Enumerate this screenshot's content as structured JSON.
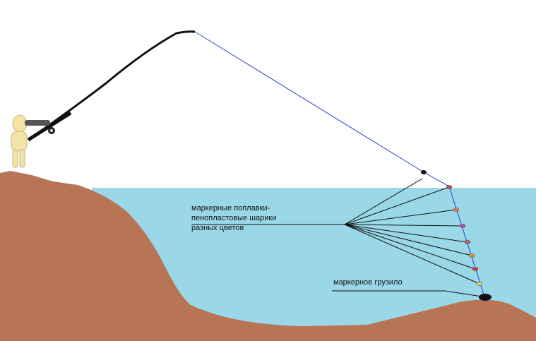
{
  "labels": {
    "floats_line1": "маркерные поплавки-",
    "floats_line2": "пенопластовые шарики",
    "floats_line3": "разных цветов",
    "weight": "маркерное грузило"
  },
  "colors": {
    "sky": "#ffffff",
    "water": "#9ad8e8",
    "ground": "#b87556",
    "line": "#2a3fd0",
    "rod": "#111111",
    "figure": "#f2e3a6"
  },
  "floats": [
    {
      "color": "#c05050"
    },
    {
      "color": "#e08060"
    },
    {
      "color": "#b050b0"
    },
    {
      "color": "#c06060"
    },
    {
      "color": "#d0a030"
    },
    {
      "color": "#d04040"
    },
    {
      "color": "#e0d060"
    }
  ]
}
